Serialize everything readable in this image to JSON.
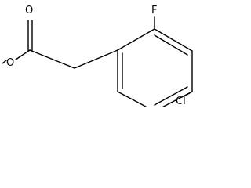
{
  "molecule": {
    "atoms": {
      "fluorine": "F",
      "chlorine": "Cl",
      "carbonyl_oxygen": "O",
      "ester_oxygen": "O"
    }
  }
}
